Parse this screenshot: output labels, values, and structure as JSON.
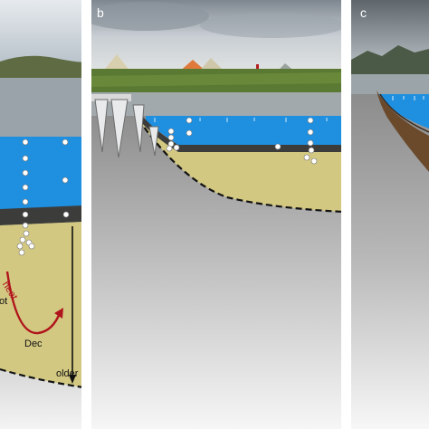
{
  "panels": [
    {
      "id": "a",
      "label": ""
    },
    {
      "id": "b",
      "label": "b"
    },
    {
      "id": "c",
      "label": "c"
    }
  ],
  "annotations": {
    "heat": "heat",
    "hot": "ot",
    "dec": "Dec",
    "older": "older"
  },
  "colors": {
    "water": "#1f8fe0",
    "sediment": "#d2c881",
    "dark_layer": "#3a3a38",
    "ground_gray": "#8d8d8d",
    "heat_arrow": "#b0141c",
    "reeds": "#5a7a33",
    "sky": "#c9d0d6"
  }
}
